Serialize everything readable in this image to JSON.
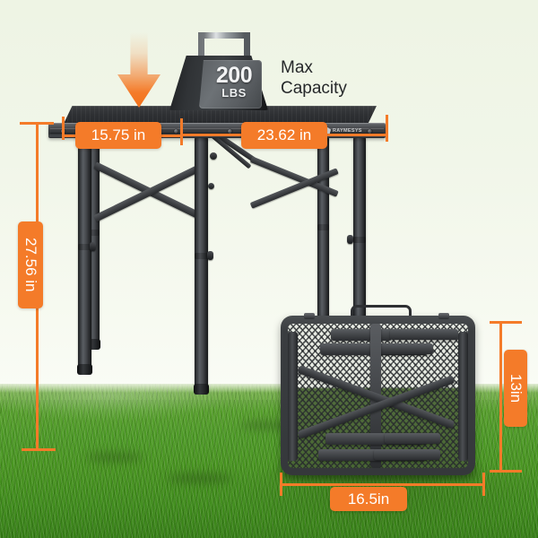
{
  "page": {
    "type": "product-infographic",
    "subject": "folding camping table dimensions"
  },
  "colors": {
    "accent_orange": "#F47B29",
    "background_pale_green": "#EEF4E4",
    "grass_green": "#4D9A26",
    "table_dark": "#35383B",
    "text_dark": "#26282A"
  },
  "callouts": {
    "max_capacity": {
      "line1": "Max",
      "line2": "Capacity"
    },
    "weight_block": {
      "number": "200",
      "unit": "LBS"
    }
  },
  "dimensions": {
    "tabletop_width": "15.75 in",
    "tabletop_length": "23.62 in",
    "table_height": "27.56 in",
    "folded_height": "13in",
    "folded_width": "16.5in"
  },
  "branding": {
    "logo_text": "RAYMESYS"
  },
  "icons": {
    "down_arrow": "down-arrow-icon",
    "weight_block": "weight-block-icon",
    "logo_mark": "brand-logo-icon"
  }
}
